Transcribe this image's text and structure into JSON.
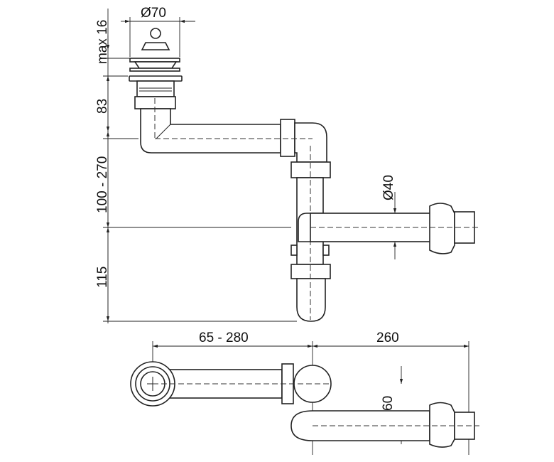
{
  "dimensions": {
    "drain_diameter": "Ø70",
    "max_thickness": "max 16",
    "drain_height": "83",
    "adjustable_height": "100 - 270",
    "trap_depth": "115",
    "outlet_diameter": "Ø40",
    "adjustable_length": "65 - 280",
    "outlet_length": "260",
    "offset": "60"
  }
}
